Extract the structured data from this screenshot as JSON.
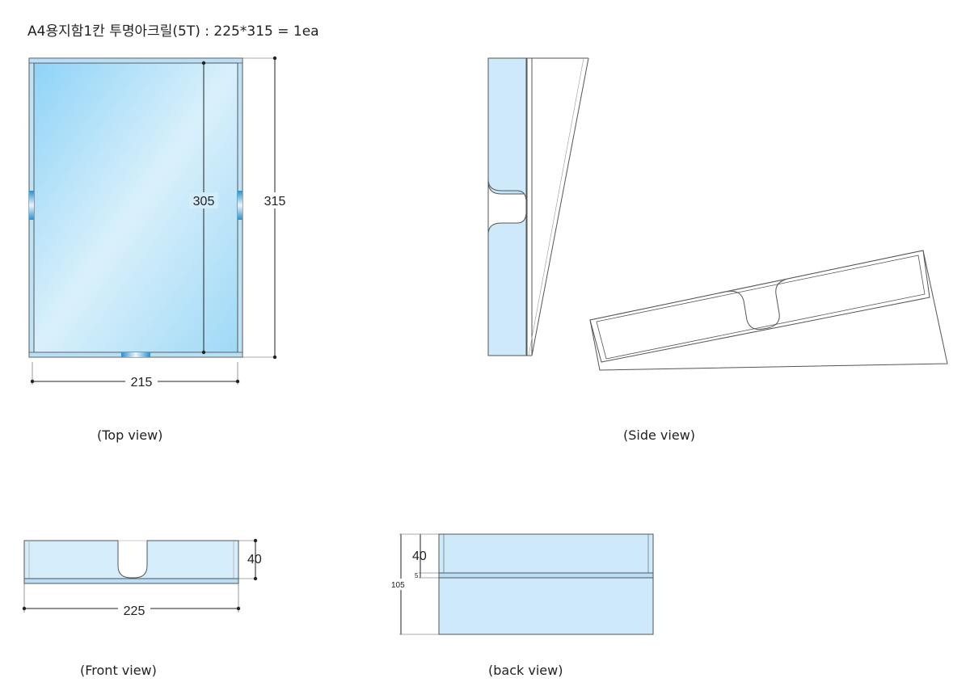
{
  "title": "A4용지함1칸 투명아크릴(5T) : 225*315 = 1ea",
  "views": {
    "top": {
      "caption": "(Top view)",
      "dim_height_outer": "315",
      "dim_height_inner": "305",
      "dim_width": "215"
    },
    "side": {
      "caption": "(Side view)"
    },
    "front": {
      "caption": "(Front view)",
      "dim_height": "40",
      "dim_width": "225"
    },
    "back": {
      "caption": "(back view)",
      "dim_height_top": "40",
      "dim_thickness": "5",
      "dim_height_total": "105"
    }
  },
  "colors": {
    "acrylic": "#cde9fa",
    "acrylic_deep": "#9fd7f6",
    "outline": "#555555",
    "dim_line": "#222222",
    "slot": "#2a8fd0"
  }
}
